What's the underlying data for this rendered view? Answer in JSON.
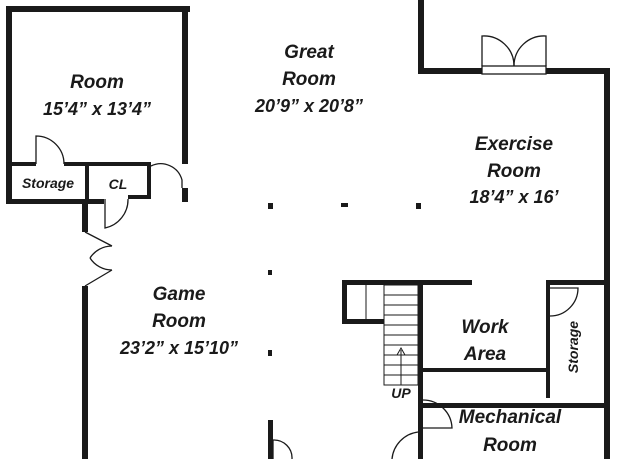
{
  "rooms": {
    "room_top_left": {
      "name": "Room",
      "size": "15’4” x 13’4”"
    },
    "great_room": {
      "name_line1": "Great",
      "name_line2": "Room",
      "size": "20’9” x 20’8”"
    },
    "exercise_room": {
      "name_line1": "Exercise",
      "name_line2": "Room",
      "size": "18’4” x 16’"
    },
    "game_room": {
      "name_line1": "Game",
      "name_line2": "Room",
      "size": "23’2” x 15’10”"
    },
    "storage_left": {
      "name": "Storage"
    },
    "closet": {
      "name": "CL"
    },
    "work_area": {
      "name_line1": "Work",
      "name_line2": "Area"
    },
    "storage_right": {
      "name": "Storage"
    },
    "mechanical_room": {
      "name_line1": "Mechanical",
      "name_line2": "Room"
    }
  },
  "stairs": {
    "label": "UP"
  },
  "colors": {
    "wall": "#1a1a1a",
    "background": "#ffffff"
  }
}
